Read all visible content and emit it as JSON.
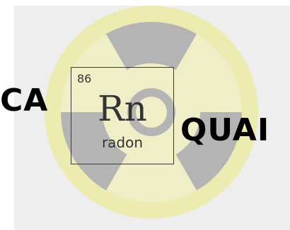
{
  "graphic": {
    "icon": "radiation-trefoil-icon",
    "ring_color": "#ecebb0",
    "blade_color": "#b4b4b4",
    "inner_color": "#efeec6"
  },
  "element": {
    "atomic_number": "86",
    "symbol": "Rn",
    "name": "radon",
    "text_color": "#333333"
  },
  "overlay_text": {
    "left": "CA",
    "right": "QUAI"
  }
}
